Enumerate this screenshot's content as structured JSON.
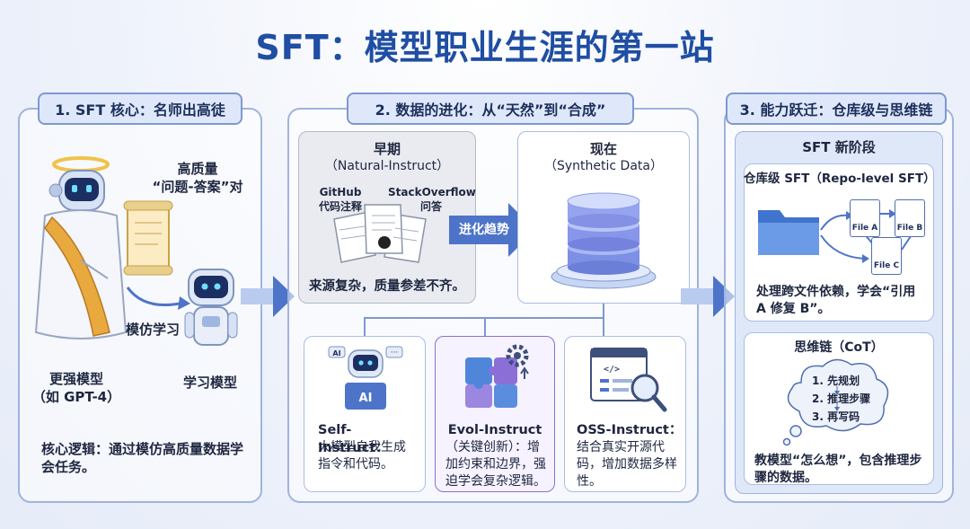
{
  "title": "SFT：模型职业生涯的第一站",
  "panel1": {
    "header": "1. SFT 核心：名师出高徒",
    "pair_label": "高质量\n“问题-答案”对",
    "imitate_label": "模仿学习",
    "strong_model": "更强模型\n（如 GPT-4）",
    "student_model": "学习模型",
    "logic": "核心逻辑：通过模仿高质量数据学会任务。"
  },
  "panel2": {
    "header": "2. 数据的进化：从“天然”到“合成”",
    "early": {
      "title": "早期",
      "subtitle": "（Natural-Instruct）",
      "src1": "GitHub\n代码注释",
      "src2": "StackOverflow\n问答",
      "desc": "来源复杂，质量参差不齐。"
    },
    "trend_label": "进化趋势",
    "now": {
      "title": "现在",
      "subtitle": "（Synthetic Data）"
    },
    "methods": [
      {
        "name": "Self-Instruct：",
        "desc": "大模型自我生成指令和代码。",
        "icon": "robot-ai-icon"
      },
      {
        "name": "Evol-Instruct",
        "desc": "（关键创新）：增加约束和边界，强迫学会复杂逻辑。",
        "icon": "puzzle-gear-icon"
      },
      {
        "name": "OSS-Instruct：",
        "desc": "结合真实开源代码，增加数据多样性。",
        "icon": "code-search-icon"
      }
    ],
    "ai_badge": "AI"
  },
  "panel3": {
    "header": "3. 能力跃迁：仓库级与思维链",
    "stage_title": "SFT 新阶段",
    "repo": {
      "title": "仓库级 SFT（Repo-level SFT）",
      "files": [
        "File A",
        "File B",
        "File C"
      ],
      "desc": "处理跨文件依赖，学会“引用 A 修复 B”。"
    },
    "cot": {
      "title": "思维链（CoT）",
      "steps": [
        "1. 先规划",
        "2. 推理步骤",
        "3. 再写码"
      ],
      "desc": "教模型“怎么想”，包含推理步骤的数据。"
    }
  },
  "colors": {
    "title": "#1f4ea3",
    "accent": "#4d74c9",
    "purple": "#8b6fd6",
    "panel_border": "#9fb3de"
  }
}
